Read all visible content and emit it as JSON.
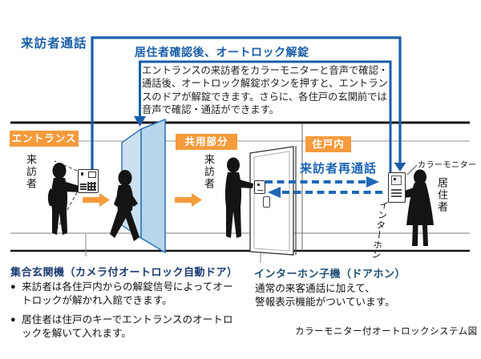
{
  "diagram": {
    "visitor_call_label": "来訪者通話",
    "unlock_title": "居住者確認後、オートロック解錠",
    "unlock_description": "エントランスの来訪者をカラーモニターと音声で確認・通話後、オートロック解錠ボタンを押すと、エントランスのドアが解錠できます。さらに、各住戸の玄関前では音声で確認・通話ができます。",
    "revisit_call_label": "来訪者再通話",
    "zones": [
      {
        "label": "エントランス"
      },
      {
        "label": "共用部分"
      },
      {
        "label": "住戸内"
      }
    ],
    "labels": {
      "visitor_entrance": "来訪者",
      "visitor_common": "来訪者",
      "resident": "居住者",
      "intercom": "インターホン",
      "color_monitor": "カラーモニター"
    }
  },
  "notes": {
    "entrance_machine": {
      "heading": "集合玄関機（カメラ付オートロック自動ドア）",
      "bullet_char": "●",
      "bullets": [
        "来訪者は各住戸内からの解錠信号によってオートロックが解かれ入館できます。",
        "居住者は住戸のキーでエントランスのオートロックを解いて入れます。"
      ]
    },
    "doorphone": {
      "heading": "インターホン子機（ドアホン）",
      "body": "通常の来客通話に加えて、\n警報表示機能がついています。"
    },
    "caption": "カラーモニター付オートロックシステム図"
  },
  "colors": {
    "line_blue": "#1a5ea8",
    "dashed_blue": "#1e68b6",
    "orange": "#f59b3c",
    "heading_navy": "#1a3a70",
    "heading_teal": "#1d4e74",
    "glass_blue": "#b7d6ec",
    "silhouette": "#141414"
  }
}
